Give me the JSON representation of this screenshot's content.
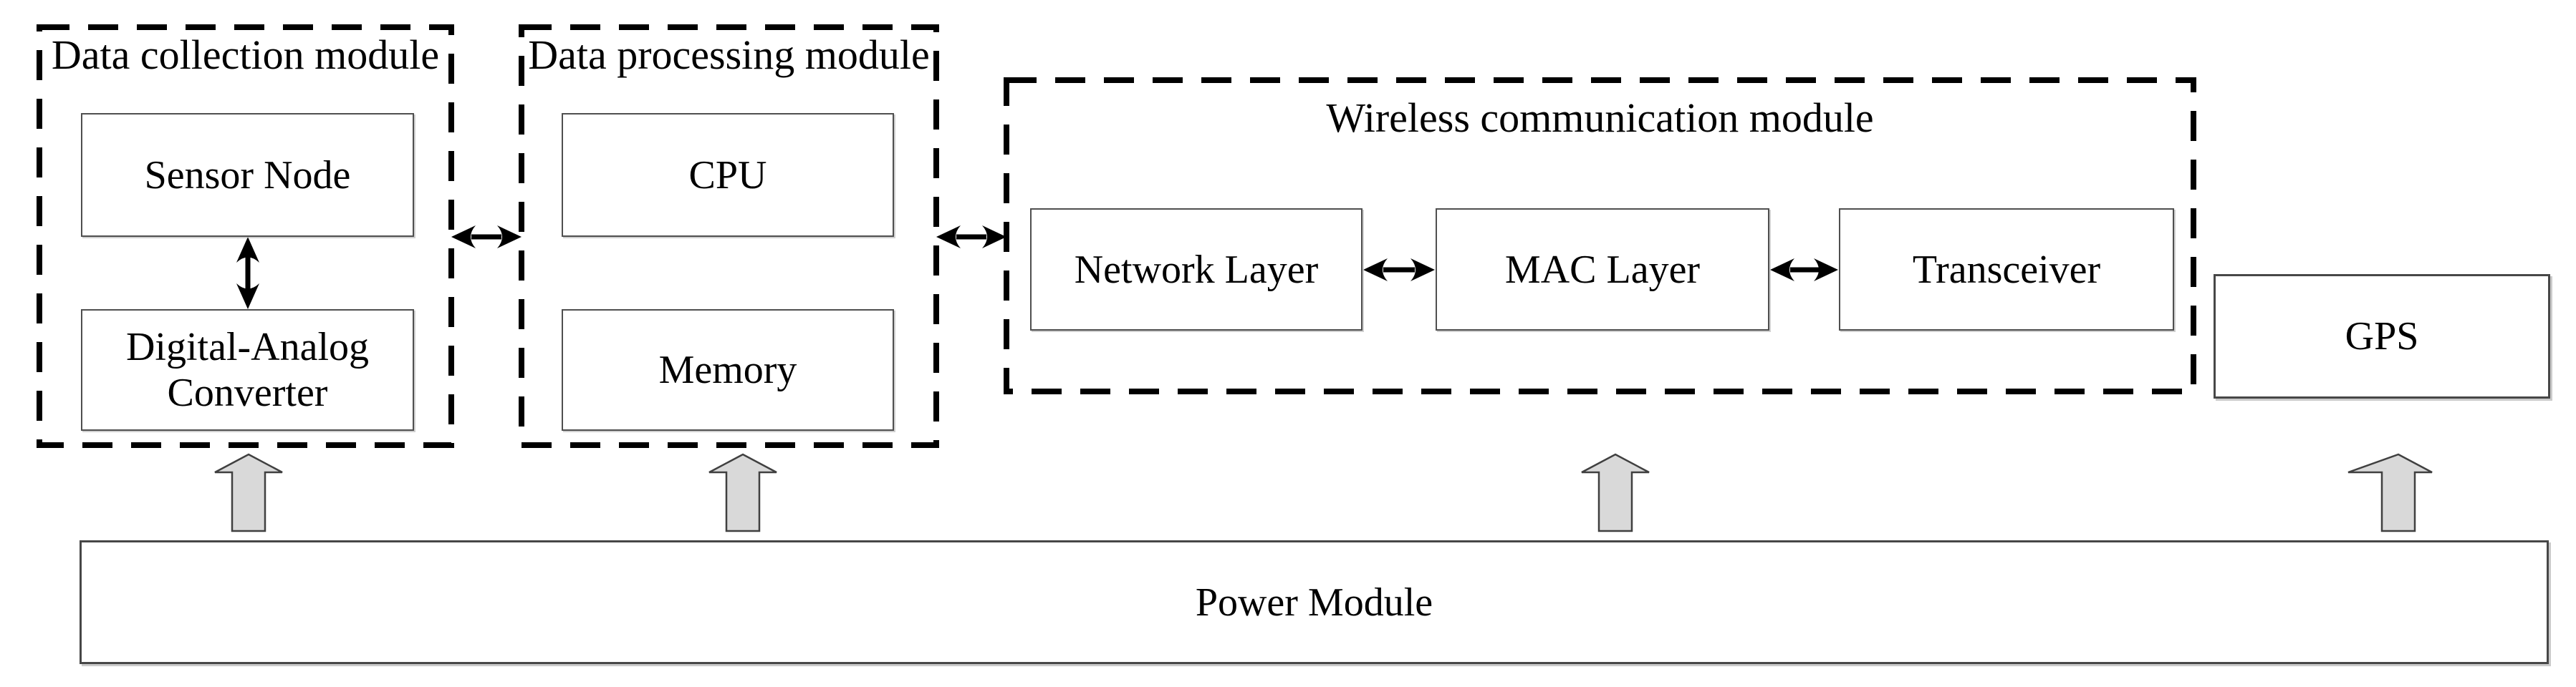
{
  "diagram": {
    "modules": {
      "data_collection": {
        "title": "Data collection module",
        "boxes": {
          "sensor_node": "Sensor Node",
          "dac": "Digital-Analog Converter"
        }
      },
      "data_processing": {
        "title": "Data processing module",
        "boxes": {
          "cpu": "CPU",
          "memory": "Memory"
        }
      },
      "wireless": {
        "title": "Wireless communication module",
        "boxes": {
          "network_layer": "Network Layer",
          "mac_layer": "MAC Layer",
          "transceiver": "Transceiver"
        }
      }
    },
    "gps": {
      "label": "GPS"
    },
    "power": {
      "label": "Power Module"
    },
    "connections": {
      "bidirectional_arrows": [
        "sensor-node to digital-analog-converter",
        "data-collection-module to data-processing-module",
        "data-processing-module to wireless-communication-module",
        "network-layer to mac-layer",
        "mac-layer to transceiver"
      ],
      "power_feed_arrows": [
        "power-module to data-collection-module",
        "power-module to data-processing-module",
        "power-module to wireless-communication-module",
        "power-module to gps"
      ]
    },
    "colors": {
      "background": "#ffffff",
      "text": "#000000",
      "solid_box_border": "#4f4f4f",
      "dashed_border": "#000000",
      "black_arrow": "#000000",
      "block_arrow_fill": "#d9d9d9",
      "block_arrow_stroke": "#404040"
    }
  }
}
